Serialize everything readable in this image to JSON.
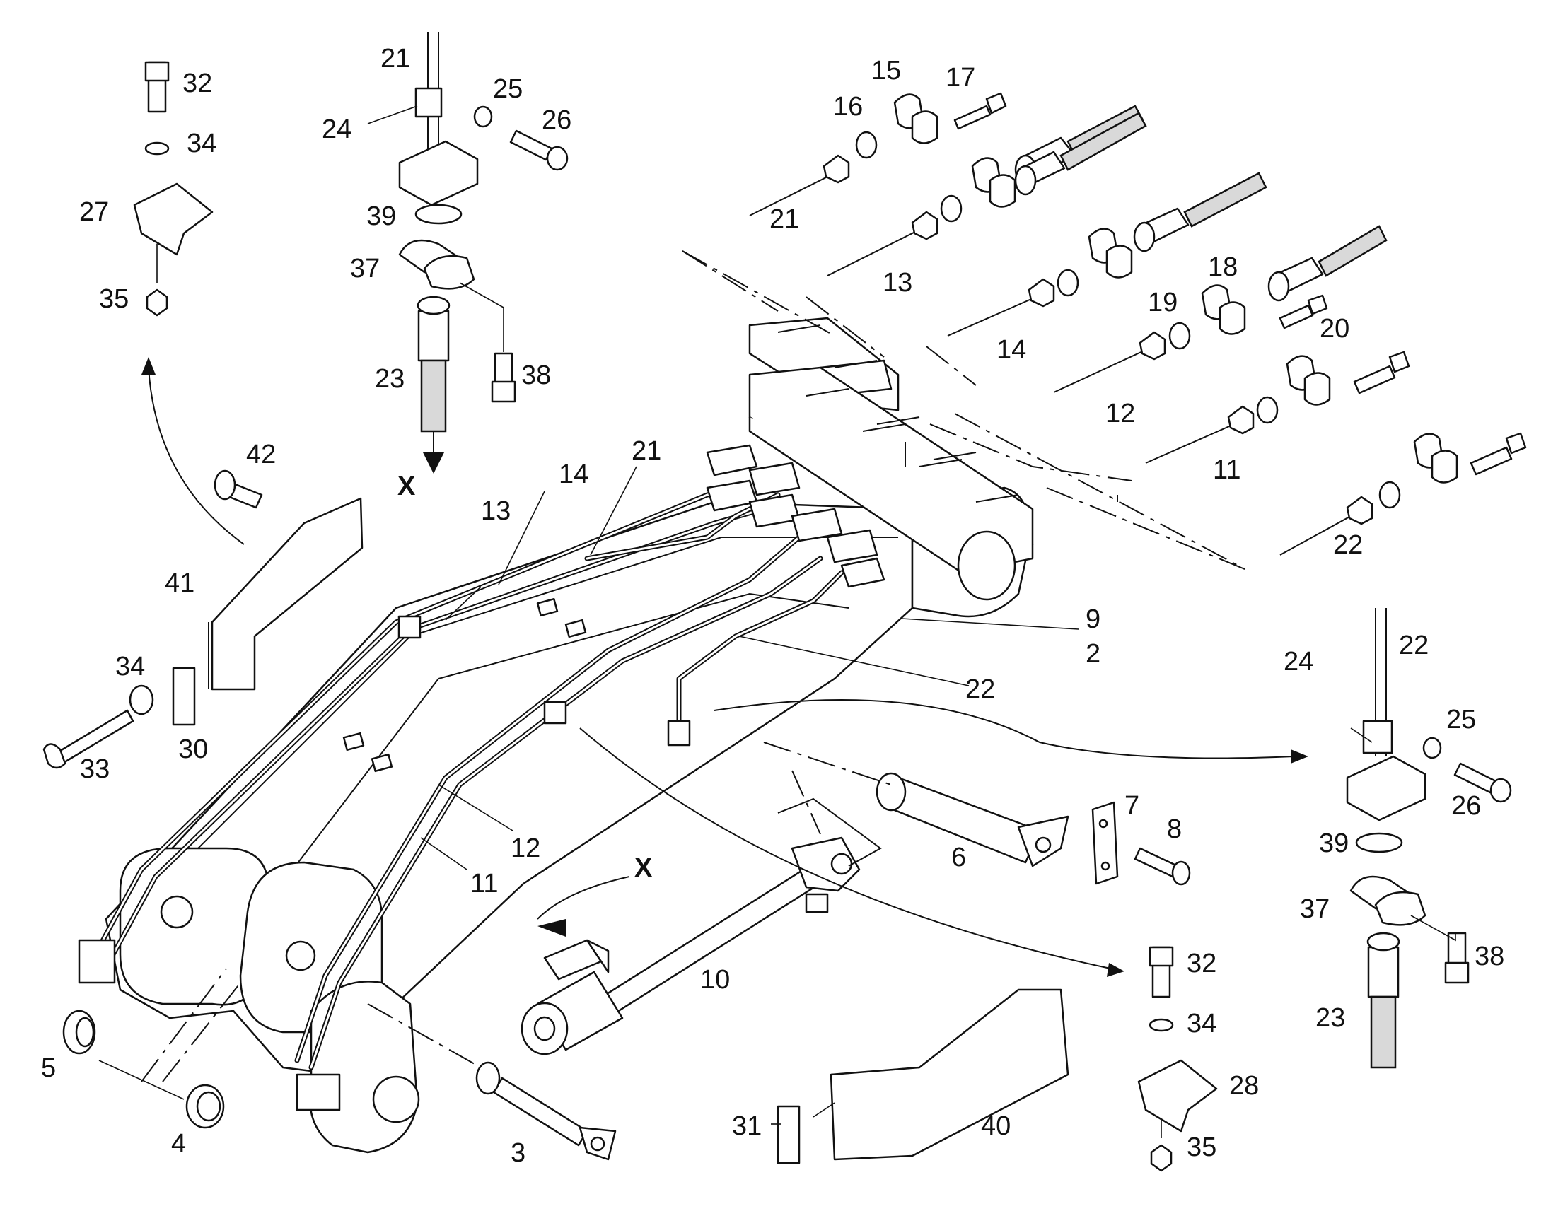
{
  "callouts": [
    {
      "id": "c1",
      "text": "32"
    },
    {
      "id": "c2",
      "text": "34"
    },
    {
      "id": "c3",
      "text": "27"
    },
    {
      "id": "c4",
      "text": "35"
    },
    {
      "id": "c5",
      "text": "21"
    },
    {
      "id": "c6",
      "text": "24"
    },
    {
      "id": "c7",
      "text": "25"
    },
    {
      "id": "c8",
      "text": "26"
    },
    {
      "id": "c9",
      "text": "39"
    },
    {
      "id": "c10",
      "text": "37"
    },
    {
      "id": "c11",
      "text": "23"
    },
    {
      "id": "c12",
      "text": "38"
    },
    {
      "id": "c13",
      "text": "X"
    },
    {
      "id": "c14",
      "text": "15"
    },
    {
      "id": "c15",
      "text": "17"
    },
    {
      "id": "c16",
      "text": "16"
    },
    {
      "id": "c17",
      "text": "21"
    },
    {
      "id": "c18",
      "text": "13"
    },
    {
      "id": "c19",
      "text": "18"
    },
    {
      "id": "c20",
      "text": "19"
    },
    {
      "id": "c21",
      "text": "20"
    },
    {
      "id": "c22",
      "text": "14"
    },
    {
      "id": "c23",
      "text": "12"
    },
    {
      "id": "c24",
      "text": "11"
    },
    {
      "id": "c25",
      "text": "22"
    },
    {
      "id": "c26",
      "text": "42"
    },
    {
      "id": "c27",
      "text": "41"
    },
    {
      "id": "c28",
      "text": "13"
    },
    {
      "id": "c29",
      "text": "14"
    },
    {
      "id": "c30",
      "text": "21"
    },
    {
      "id": "c31",
      "text": "9"
    },
    {
      "id": "c32",
      "text": "2"
    },
    {
      "id": "c33",
      "text": "22"
    },
    {
      "id": "c34",
      "text": "34"
    },
    {
      "id": "c35",
      "text": "30"
    },
    {
      "id": "c36",
      "text": "33"
    },
    {
      "id": "c37",
      "text": "12"
    },
    {
      "id": "c38",
      "text": "11"
    },
    {
      "id": "c39",
      "text": "X"
    },
    {
      "id": "c40",
      "text": "6"
    },
    {
      "id": "c41",
      "text": "7"
    },
    {
      "id": "c42",
      "text": "8"
    },
    {
      "id": "c43",
      "text": "10"
    },
    {
      "id": "c44",
      "text": "5"
    },
    {
      "id": "c45",
      "text": "4"
    },
    {
      "id": "c46",
      "text": "3"
    },
    {
      "id": "c47",
      "text": "22"
    },
    {
      "id": "c48",
      "text": "24"
    },
    {
      "id": "c49",
      "text": "25"
    },
    {
      "id": "c50",
      "text": "26"
    },
    {
      "id": "c51",
      "text": "39"
    },
    {
      "id": "c52",
      "text": "37"
    },
    {
      "id": "c53",
      "text": "38"
    },
    {
      "id": "c54",
      "text": "23"
    },
    {
      "id": "c55",
      "text": "32"
    },
    {
      "id": "c56",
      "text": "34"
    },
    {
      "id": "c57",
      "text": "28"
    },
    {
      "id": "c58",
      "text": "35"
    },
    {
      "id": "c59",
      "text": "31"
    },
    {
      "id": "c60",
      "text": "40"
    }
  ]
}
